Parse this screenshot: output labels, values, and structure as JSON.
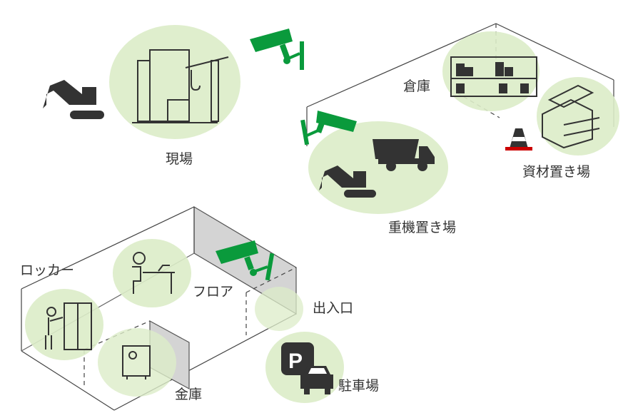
{
  "labels": {
    "site": "現場",
    "warehouse": "倉庫",
    "material_yard": "資材置き場",
    "machinery_yard": "重機置き場",
    "locker": "ロッカー",
    "floor": "フロア",
    "entrance": "出入口",
    "safe": "金庫",
    "parking": "駐車場",
    "parking_sign": "P"
  },
  "colors": {
    "zone": "#dcecc8",
    "camera": "#0a9a3c",
    "ink": "#333333",
    "wall": "#d4d4d4"
  }
}
